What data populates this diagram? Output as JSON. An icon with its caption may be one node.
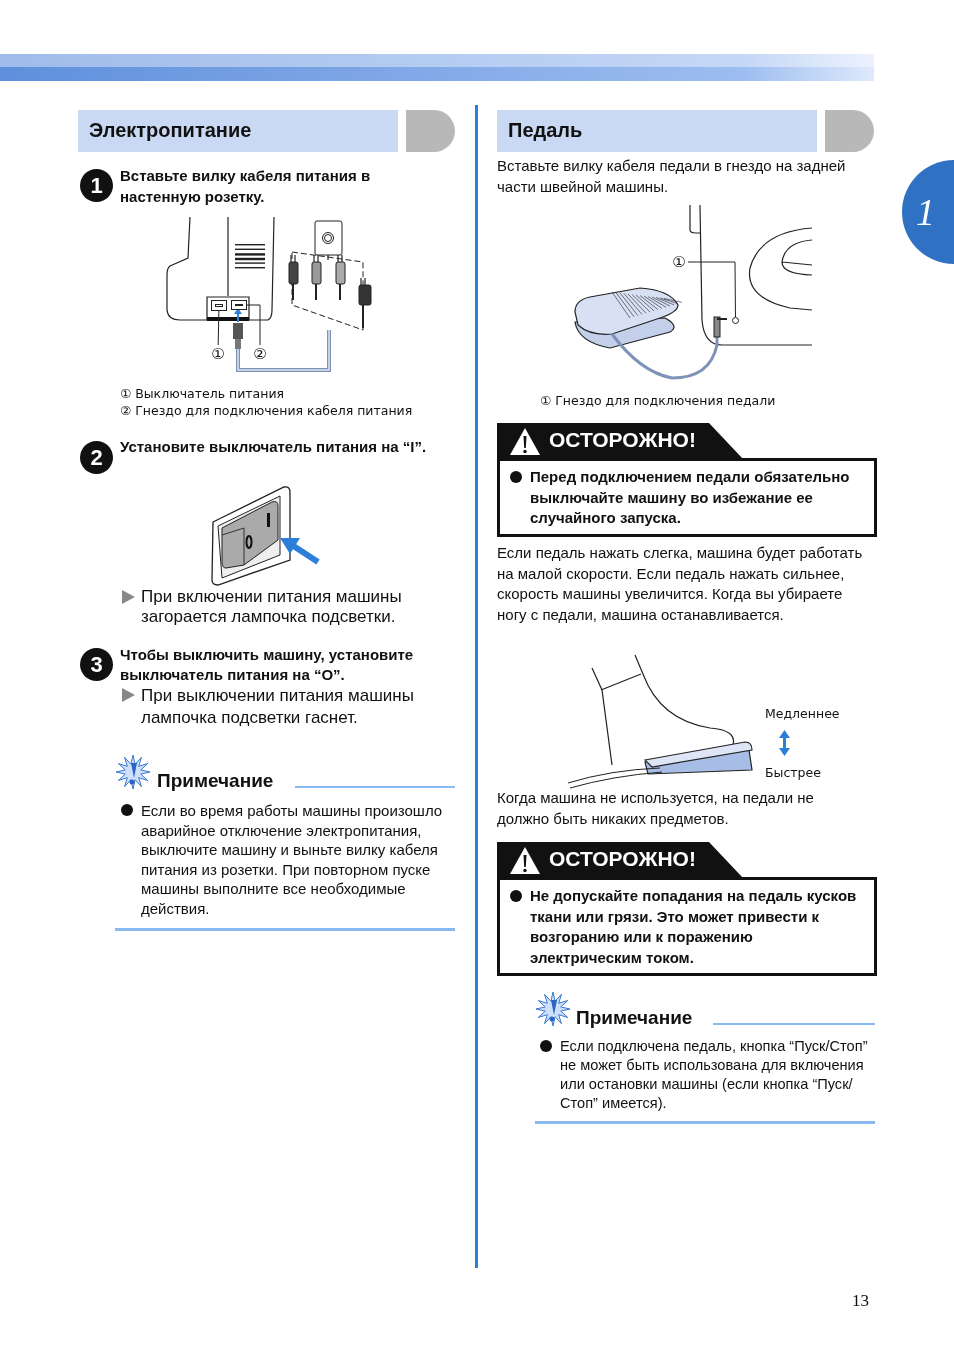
{
  "diagram": {
    "nodes": [
      {
        "text": [
          "Электропитание"
        ]
      },
      {
        "text": [
          "Педаль"
        ]
      },
      {
        "text": [
          "1"
        ]
      },
      {
        "text": [
          "2"
        ]
      },
      {
        "text": [
          "3"
        ]
      },
      {
        "text": [
          "①"
        ]
      },
      {
        "text": [
          "②"
        ]
      },
      {
        "text": [],
        "shape": "box"
      },
      {
        "text": [],
        "shape": "box"
      },
      {
        "text": [
          "①"
        ]
      },
      {
        "text": [],
        "shape": "circle"
      },
      {
        "text": [
          "ОСТОРОЖНО!",
          "Перед подключением педали обязательно выключайте машину во избежание ее случайного запуска."
        ]
      },
      {
        "text": [
          "ОСТОРОЖНО!",
          "Не допускайте попадания на педаль кусков ткани или грязи. Это может привести к возгоранию или к поражению электрическим током."
        ]
      },
      {
        "text": [
          "1"
        ]
      }
    ],
    "edges": [
      {
        "from": 5,
        "to": 7,
        "arrow": "none"
      },
      {
        "from": 6,
        "to": 8,
        "arrow": "none"
      },
      {
        "from": 9,
        "to": 10,
        "arrow": "none"
      }
    ],
    "labels": [
      "Вставьте вилку кабеля питания в настенную розетку.",
      "① Выключатель питания",
      "② Гнездо для подключения кабеля питания",
      "Установите выключатель питания на “I”.",
      "При включении питания машины загорается лампочка подсветки.",
      "Чтобы выключить машину, установите выключатель питания на “O”.",
      "При выключении питания машины лампочка подсветки гаснет.",
      "Примечание",
      "Если во время работы машины произошло аварийное отключение электропитания, выключите машину и выньте вилку кабеля питания из розетки. При повторном пуске машины выполните все необходимые действия.",
      "Вставьте вилку кабеля педали в гнездо на задней части швейной машины.",
      "① Гнездо для подключения педали",
      "Если педаль нажать слегка, машина будет работать на малой скорости. Если педаль нажать сильнее, скорость машины увеличится. Когда вы убираете ногу с педали, машина останавливается.",
      "Медленнее",
      "Быстрее",
      "Когда машина не используется, на педали не должно быть никаких предметов.",
      "Примечание",
      "Если подключена педаль, кнопка “Пуск/Стоп” не может быть использована для включения или остановки машины (если кнопка “Пуск/Стоп” имеется).",
      "13"
    ]
  }
}
